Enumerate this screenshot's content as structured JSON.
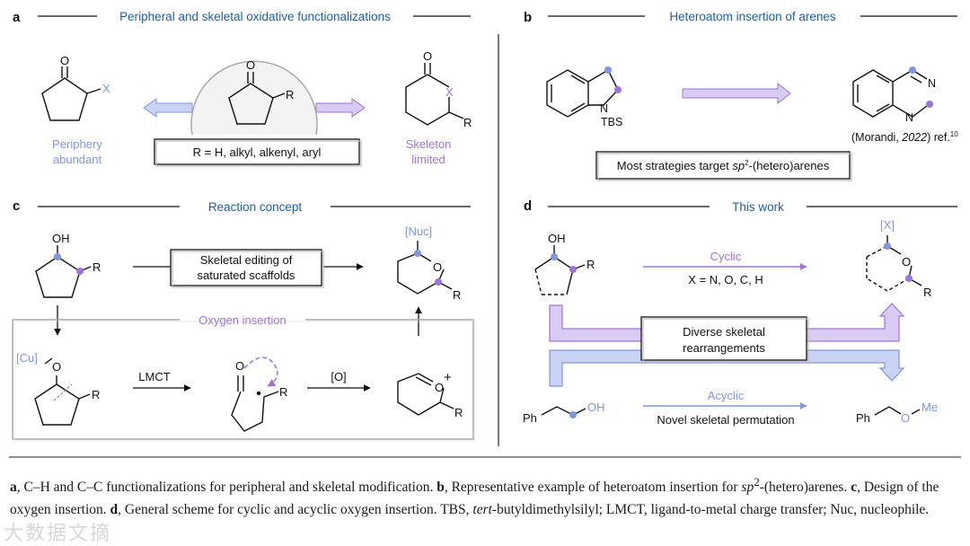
{
  "panel_a": {
    "letter": "a",
    "title": "Peripheral and skeletal oxidative functionalizations",
    "left_sub": "X",
    "center_sub": "R",
    "r_def": "R = H, alkyl, alkenyl, aryl",
    "right_x": "X",
    "right_r": "R",
    "periphery_1": "Periphery",
    "periphery_2": "abundant",
    "skeleton_1": "Skeleton",
    "skeleton_2": "limited"
  },
  "panel_b": {
    "letter": "b",
    "title": "Heteroatom insertion of arenes",
    "sm_n": "N",
    "sm_tbs": "TBS",
    "prod_n1": "N",
    "prod_n2": "N",
    "ref_a": "(Morandi, ",
    "ref_b": "2022",
    "ref_c": ") ref.",
    "ref_sup": "10",
    "note_a": "Most strategies target ",
    "note_b": "sp",
    "note_sup": "2",
    "note_c": "-(hetero)arenes"
  },
  "panel_c": {
    "letter": "c",
    "title": "Reaction concept",
    "oh": "OH",
    "r": "R",
    "box_1": "Skeletal editing of",
    "box_2": "saturated scaffolds",
    "nuc": "[Nuc]",
    "o": "O",
    "r2": "R",
    "insertion": "Oxygen insertion",
    "cu": "[Cu]",
    "o_cu": "O",
    "r3": "R",
    "lmct": "LMCT",
    "o_rad": "O",
    "r4": "R",
    "ox": "[O]",
    "o_plus": "O",
    "plus": "+",
    "r5": "R"
  },
  "panel_d": {
    "letter": "d",
    "title": "This work",
    "oh": "OH",
    "r": "R",
    "cyclic": "Cyclic",
    "x_def": "X = N, O, C, H",
    "x": "[X]",
    "o": "O",
    "r2": "R",
    "box_1": "Diverse skeletal",
    "box_2": "rearrangements",
    "ph1": "Ph",
    "oh2": "OH",
    "acyclic": "Acyclic",
    "permutation": "Novel skeletal permutation",
    "ph2": "Ph",
    "o2": "O",
    "me": "Me"
  },
  "caption": {
    "a": "a",
    "a_text": ", C–H and C–C functionalizations for peripheral and skeletal modification. ",
    "b": "b",
    "b_text_1": ", Representative example of heteroatom insertion for ",
    "b_sp": "sp",
    "b_sup": "2",
    "b_text_2": "-(hetero)arenes. ",
    "c": "c",
    "c_text": ", Design of the oxygen insertion. ",
    "d": "d",
    "d_text_1": ", General scheme for cyclic and acyclic oxygen insertion. TBS, ",
    "d_tert": "tert",
    "d_text_2": "-butyldimethylsilyl; LMCT, ligand-to-metal charge transfer; Nuc, nucleophile."
  },
  "watermark": "大数据文摘",
  "colors": {
    "title": "#1f5f9f",
    "blue_dot": "#7f96e0",
    "purple_dot": "#a073d9",
    "blue_arrow": "#aab8ee",
    "purple_arrow": "#c4b0ef",
    "periphery": "#7f96e0",
    "skeleton": "#a073d9",
    "insertion_label": "#a073d9",
    "box_border": "#999999"
  }
}
